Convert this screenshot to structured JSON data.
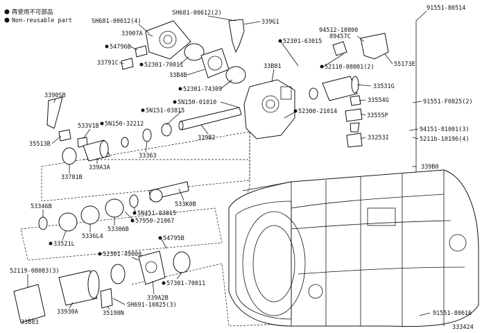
{
  "legend": {
    "reusable": "再使用不可部品",
    "non_reusable": "Non-reusable part"
  },
  "footer_code": "333424",
  "labels": {
    "p_91551_80514": "91551-80514",
    "p_sh681_00612_4": "SH681-00612(4)",
    "p_sh681_00612_2": "SH681-00612(2)",
    "p_339g1": "339G1",
    "p_33907a": "33907A",
    "p_94512_10800": "94512-10800",
    "p_89457c": "89457C",
    "p_54796b": "54796B",
    "p_52301_63015": "52301-63015",
    "p_33791c": "33791C",
    "p_52301_70011": "52301-70011",
    "p_52110_08001_2": "52110-08001(2)",
    "p_55173e": "55173E",
    "p_33b4b": "33B4B",
    "p_33b81": "33B81",
    "p_52301_74309": "52301-74309",
    "p_33531g": "33531G",
    "p_3390sb": "3390SB",
    "p_5n150_01010": "5N150-01010",
    "p_5n151_03815": "5N151-03815",
    "p_52300_21014": "52300-21014",
    "p_33554g": "33554G",
    "p_91551_f0825_2": "91551-F0825(2)",
    "p_533v1b": "533V1B",
    "p_5n150_32212": "5N150-32212",
    "p_33555p": "33555P",
    "p_35513b": "35513B",
    "p_94151_81001_3": "94151-81001(3)",
    "p_33253i": "33253I",
    "p_5211b_10196_4": "5211b-10196(4)",
    "p_339a3a": "339A3A",
    "p_33363": "33363",
    "p_339b2": "339B2",
    "p_339b0": "339B0",
    "p_33781b": "33781B",
    "p_33k0b": "533K0B",
    "p_5n451_03815": "5N451-03815",
    "p_53346b": "53346B",
    "p_57950_21067": "57950-21067",
    "p_5336l4": "5336L4",
    "p_53306b": "53306B",
    "p_33521l": "33521L",
    "p_54795b": "54795B",
    "p_52301_49008": "52301-49008",
    "p_52119_08083_3": "52119-08083(3)",
    "p_57301_70011": "57301-70011",
    "p_339a2b": "339A2B",
    "p_33930a": "33930A",
    "p_sh691_10825_3": "SH691-10825(3)",
    "p_35198n": "35198N",
    "p_91551_80616": "91551-80616",
    "p_33883": "33883"
  }
}
